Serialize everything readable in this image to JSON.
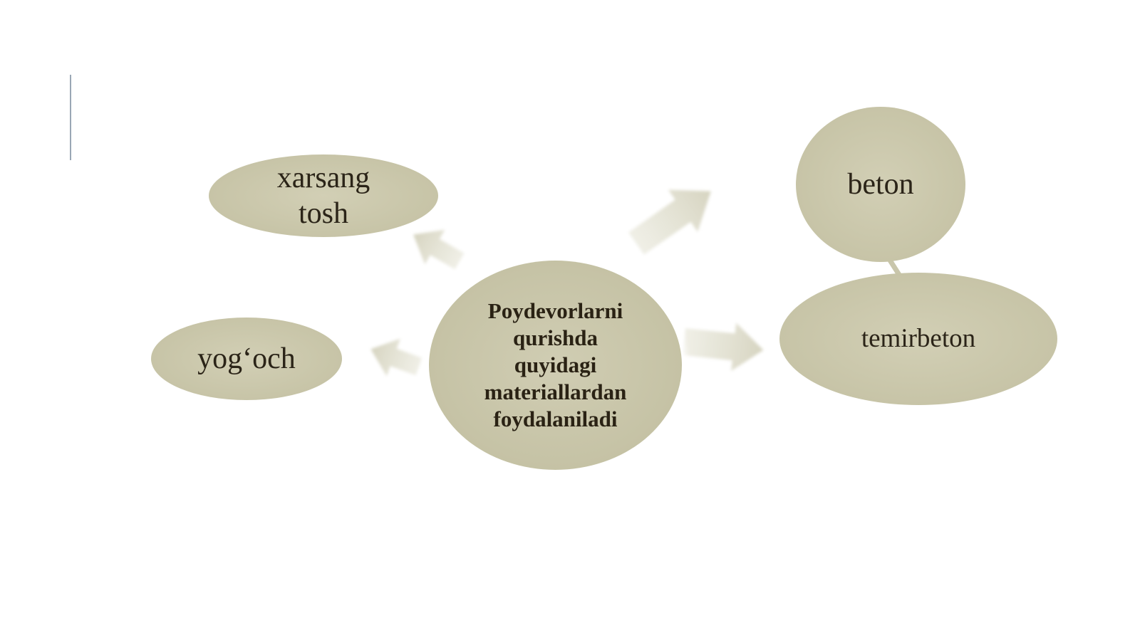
{
  "diagram": {
    "center": {
      "label": "Poydevorlarni\nqurishda\nquyidagi\nmateriallardan\nfoydalaniladi"
    },
    "nodes": {
      "xarsang_tosh": {
        "label": "xarsang\ntosh"
      },
      "yogoch": {
        "label": "yog‘och"
      },
      "beton": {
        "label": "beton"
      },
      "temirbeton": {
        "label": "temirbeton"
      }
    },
    "colors": {
      "node_fill": "#c7c4a7",
      "arrow_fill": "#dcdac8",
      "text": "#2b2418",
      "accent_line": "#9aa7b5"
    }
  }
}
